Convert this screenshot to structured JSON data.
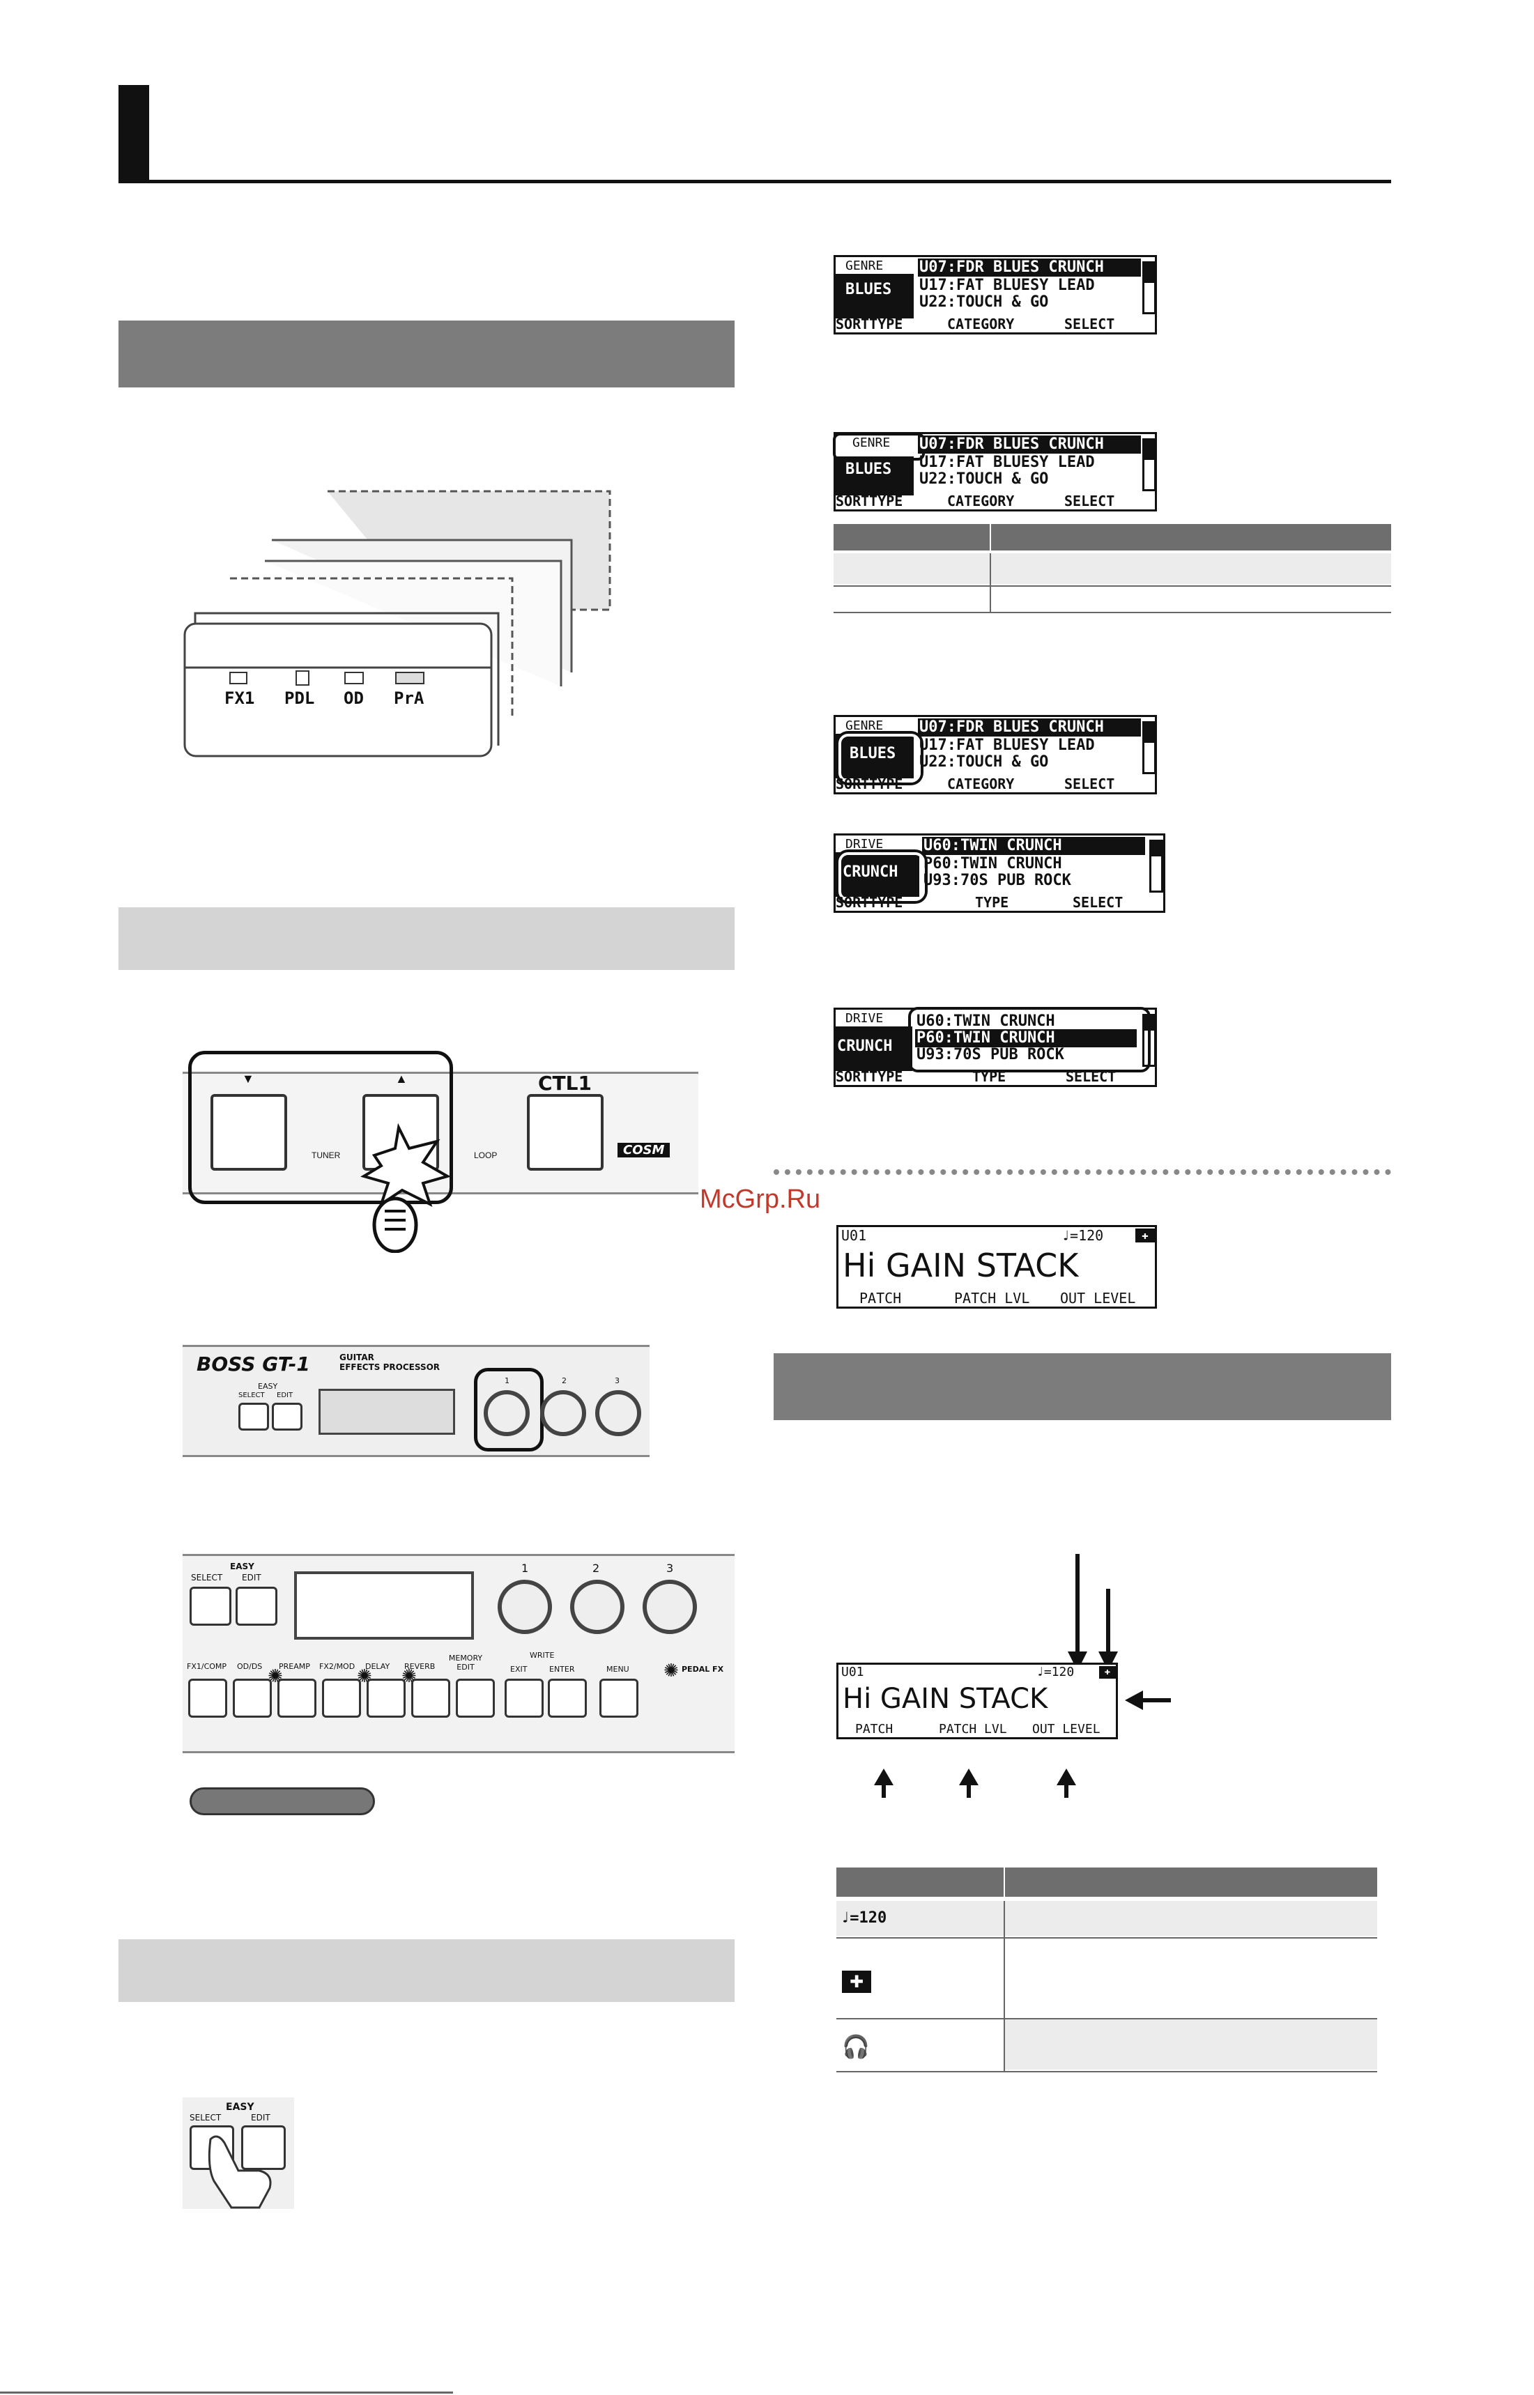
{
  "fx_panel": {
    "labels": [
      "FX1",
      "PDL",
      "OD",
      "PrA"
    ]
  },
  "lcd_a": {
    "genre_label": "GENRE",
    "genre_value": "BLUES",
    "rows": [
      "U07:FDR BLUES CRUNCH",
      "U17:FAT BLUESY LEAD",
      "U22:TOUCH & GO"
    ],
    "footer": [
      "SORTTYPE",
      "CATEGORY",
      "SELECT"
    ]
  },
  "lcd_b": {
    "genre_label": "DRIVE",
    "genre_value": "CRUNCH",
    "rows": [
      "U60:TWIN CRUNCH",
      "P60:TWIN CRUNCH",
      "U93:70S PUB ROCK"
    ],
    "footer": [
      "SORTTYPE",
      "TYPE",
      "SELECT"
    ]
  },
  "patch_lcd": {
    "number": "U01",
    "tempo": "♩=120",
    "name": "Hi GAIN STACK",
    "footer": [
      "PATCH",
      "PATCH LVL",
      "OUT LEVEL"
    ]
  },
  "footswitch": {
    "left_label": "TUNER",
    "right_label": "LOOP",
    "ctl_label": "CTL1",
    "badge": "COSM"
  },
  "unit_top": {
    "brand": "BOSS GT-1",
    "subtitle1": "GUITAR",
    "subtitle2": "EFFECTS PROCESSOR",
    "easy": "EASY",
    "select": "SELECT",
    "edit": "EDIT",
    "knobs": [
      "1",
      "2",
      "3"
    ]
  },
  "unit_panel": {
    "easy": "EASY",
    "select": "SELECT",
    "edit": "EDIT",
    "knobs": [
      "1",
      "2",
      "3"
    ],
    "buttons": [
      "FX1/COMP",
      "OD/DS",
      "PREAMP",
      "FX2/MOD",
      "DELAY",
      "REVERB",
      "MEMORY EDIT"
    ],
    "write": "WRITE",
    "exit": "EXIT",
    "enter": "ENTER",
    "menu": "MENU",
    "pedal_fx": "PEDAL FX"
  },
  "easy_small": {
    "easy": "EASY",
    "select": "SELECT",
    "edit": "EDIT"
  },
  "watermark": "McGrp.Ru",
  "legend_tempo": "♩=120"
}
